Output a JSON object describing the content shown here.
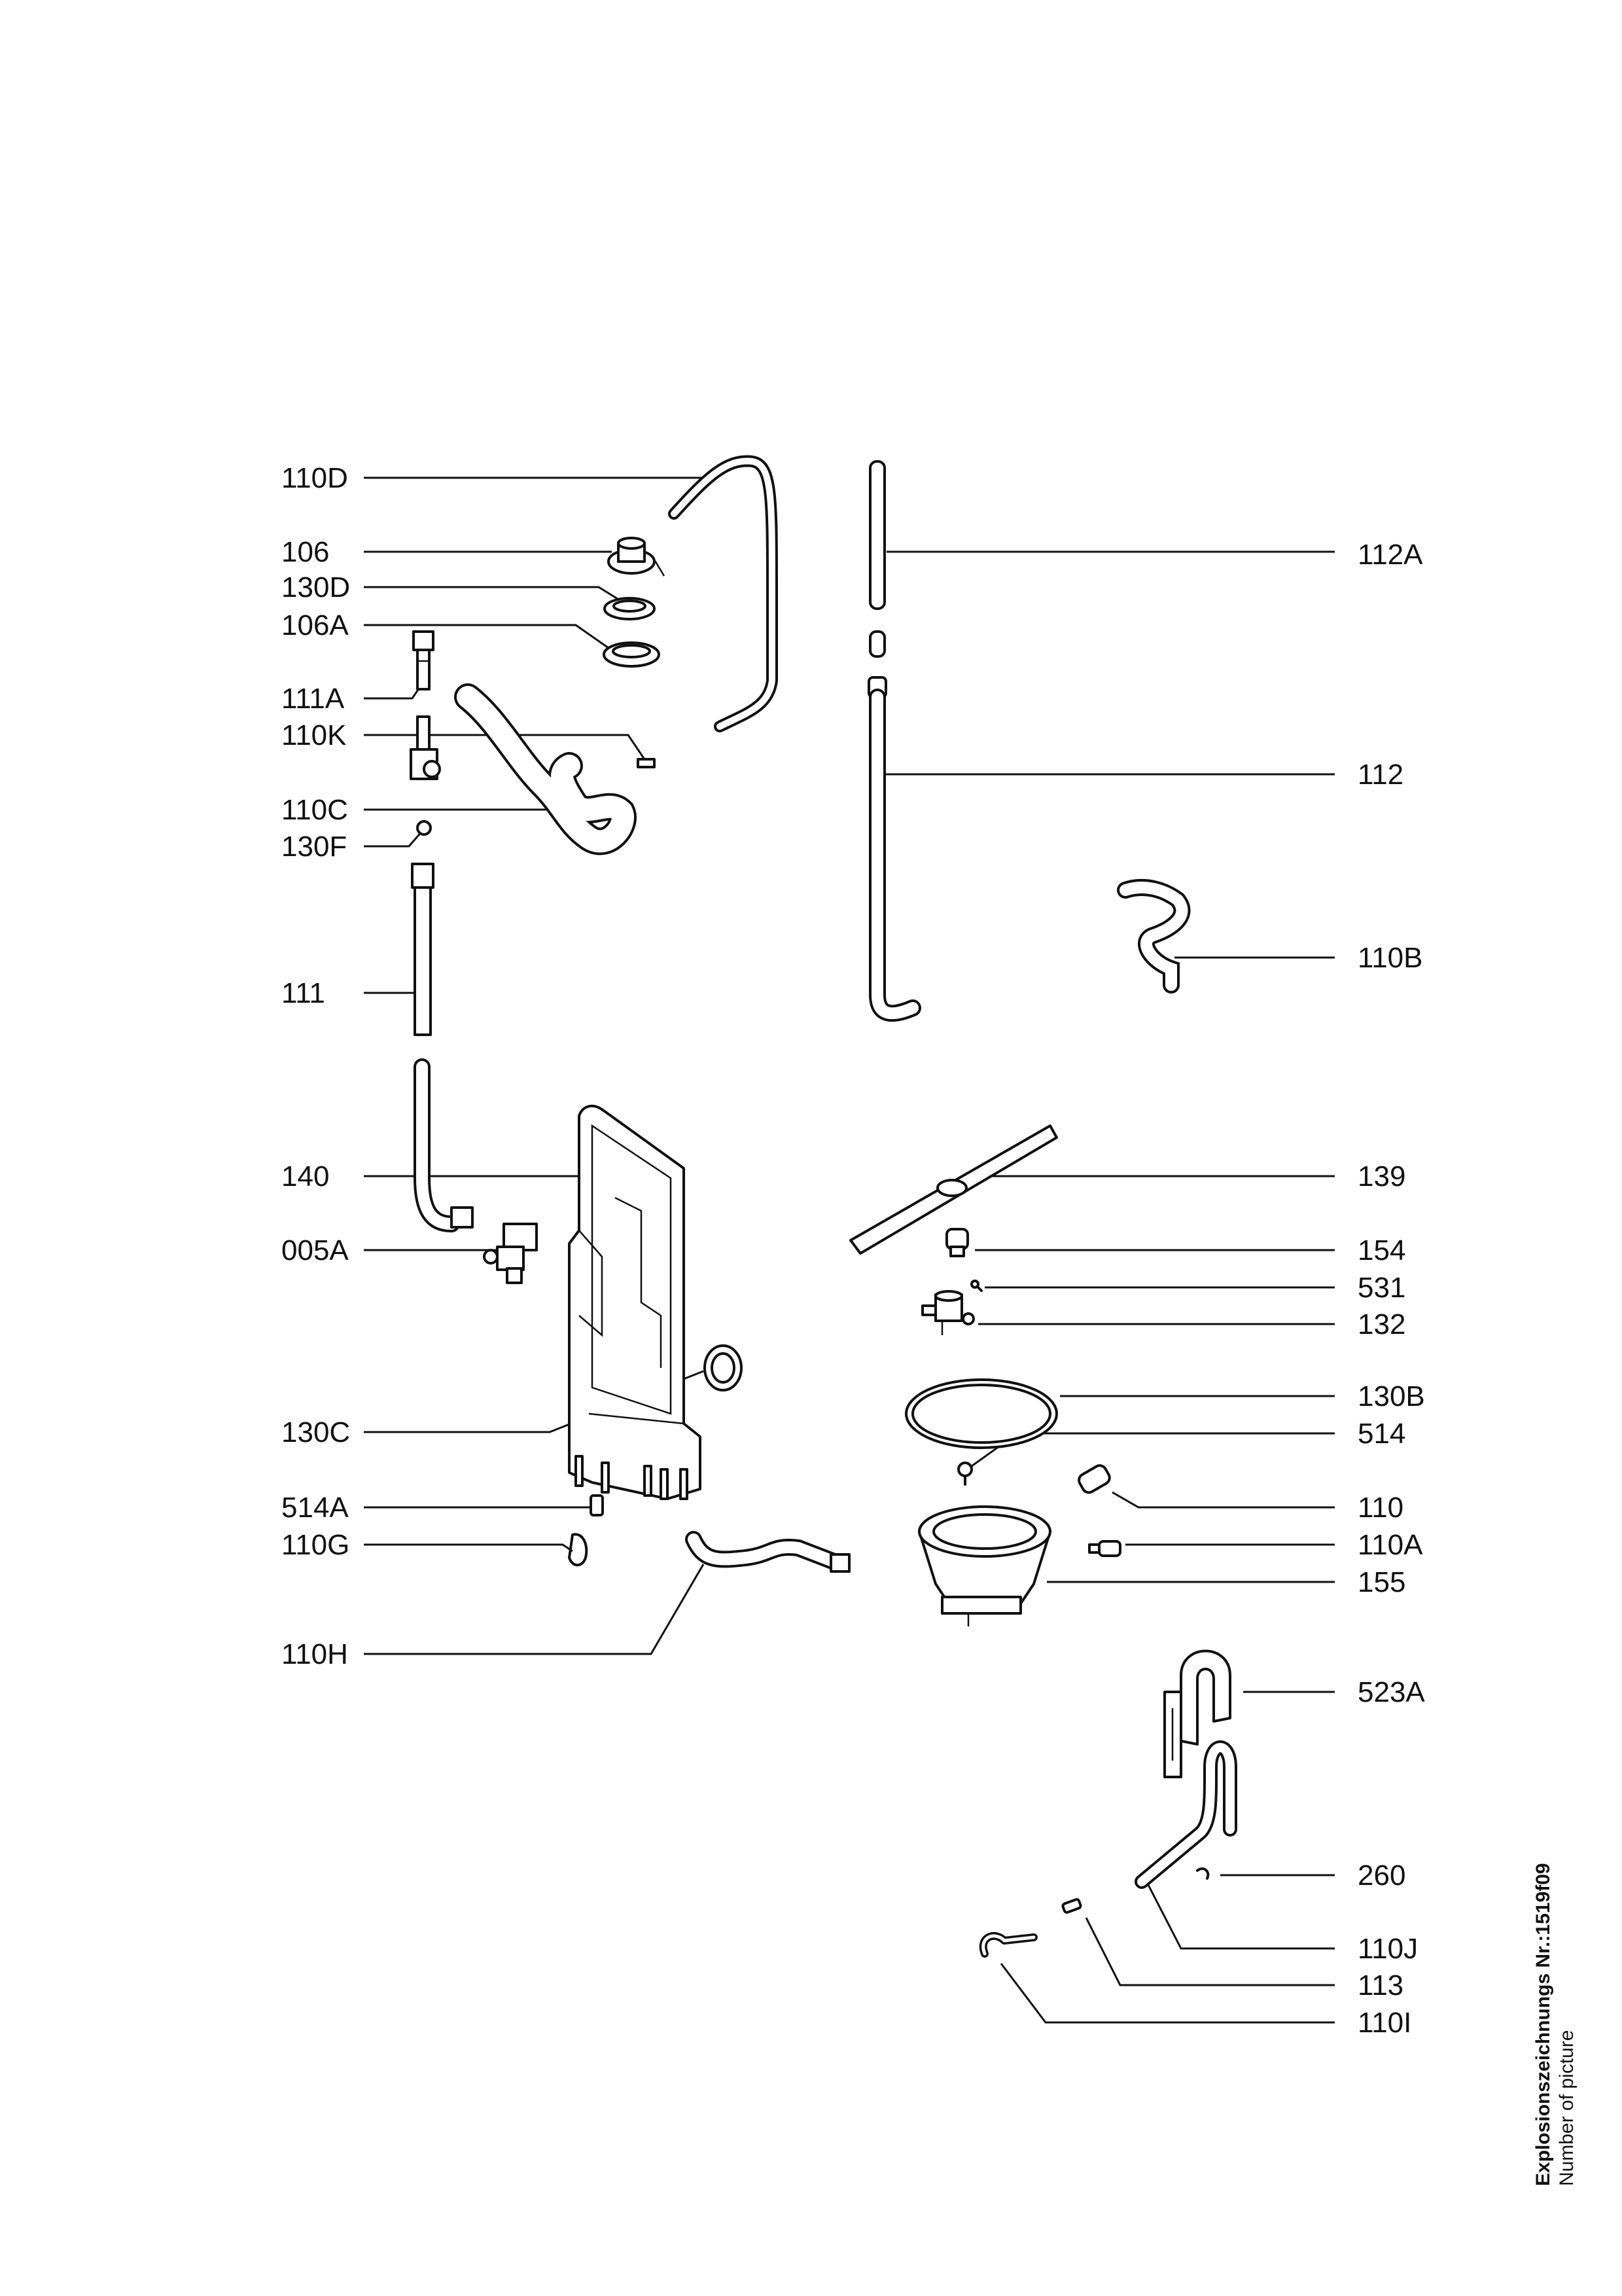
{
  "labels": {
    "l110D": "110D",
    "l106": "106",
    "l130D": "130D",
    "l106A": "106A",
    "l111A": "111A",
    "l110K": "110K",
    "l110C": "110C",
    "l130F": "130F",
    "l111": "111",
    "l140": "140",
    "l005A": "005A",
    "l130C": "130C",
    "l514A": "514A",
    "l110G": "110G",
    "l110H": "110H",
    "l112A": "112A",
    "l112": "112",
    "l110B": "110B",
    "l139": "139",
    "l154": "154",
    "l531": "531",
    "l132": "132",
    "l130B": "130B",
    "l514": "514",
    "l110": "110",
    "l110A": "110A",
    "l155": "155",
    "l523A": "523A",
    "l260": "260",
    "l110J": "110J",
    "l113": "113",
    "l110I": "110I"
  },
  "footer": {
    "title": "Explosionszeichnungs Nr.:1519f09",
    "subtitle": "Number of picture"
  }
}
